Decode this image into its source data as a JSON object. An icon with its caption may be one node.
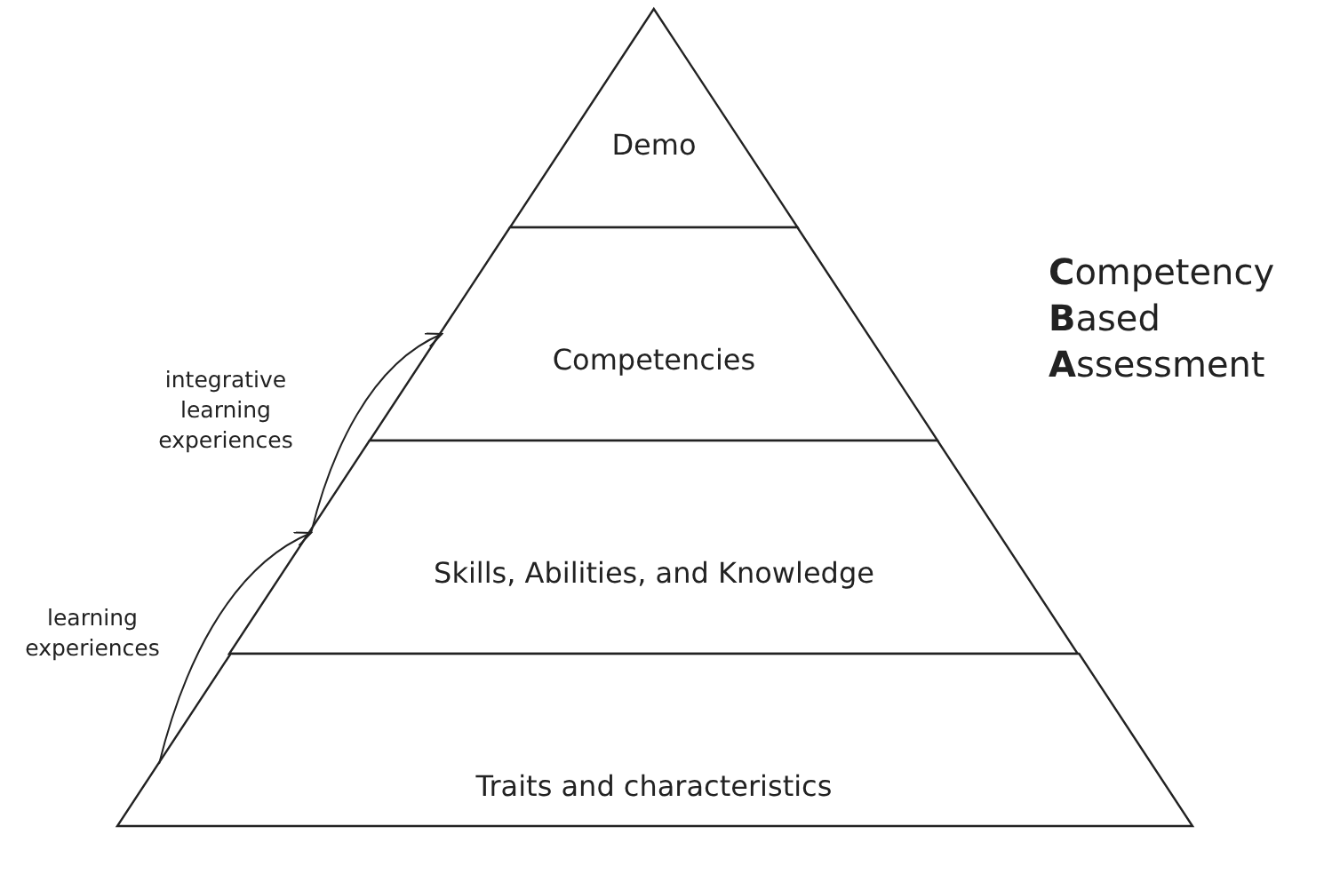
{
  "diagram": {
    "nodes": [
      {
        "text": [
          "Demo"
        ]
      },
      {
        "text": [
          "Competencies"
        ]
      },
      {
        "text": [
          "Skills, Abilities, and Knowledge"
        ]
      },
      {
        "text": [
          "Traits and characteristics"
        ]
      }
    ],
    "edges": [
      {
        "from": 3,
        "to": 2,
        "arrow": "to",
        "label": "learning experiences"
      },
      {
        "from": 2,
        "to": 1,
        "arrow": "to",
        "label": "integrative learning experiences"
      }
    ],
    "labels": [
      "**C**ompetency **B**ased **A**ssessment"
    ]
  }
}
